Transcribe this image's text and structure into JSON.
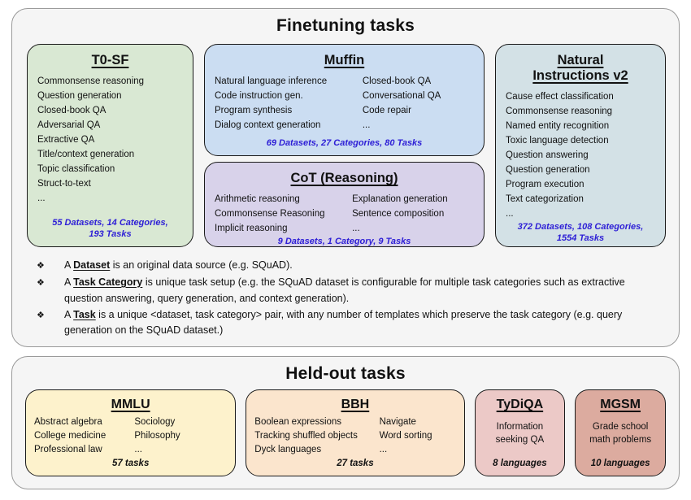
{
  "finetuning": {
    "title": "Finetuning tasks",
    "bullet_glyph": "❖",
    "t0sf": {
      "title": "T0-SF",
      "items": [
        "Commonsense reasoning",
        "Question generation",
        "Closed-book QA",
        "Adversarial QA",
        "Extractive QA",
        "Title/context generation",
        "Topic classification",
        "Struct-to-text",
        "..."
      ],
      "stats_line1": "55 Datasets, 14 Categories,",
      "stats_line2": "193 Tasks"
    },
    "muffin": {
      "title": "Muffin",
      "col1": [
        "Natural language inference",
        "Code instruction gen.",
        "Program synthesis",
        "Dialog context generation"
      ],
      "col2": [
        "Closed-book QA",
        "Conversational QA",
        "Code repair",
        "..."
      ],
      "stats": "69 Datasets, 27 Categories, 80 Tasks"
    },
    "cot": {
      "title": "CoT (Reasoning)",
      "col1": [
        "Arithmetic reasoning",
        "Commonsense Reasoning",
        "Implicit reasoning"
      ],
      "col2": [
        "Explanation generation",
        "Sentence composition",
        "..."
      ],
      "stats": "9 Datasets, 1 Category, 9 Tasks"
    },
    "niv2": {
      "title_line1": "Natural",
      "title_line2": "Instructions v2",
      "items": [
        "Cause effect classification",
        "Commonsense reasoning",
        "Named entity recognition",
        "Toxic language detection",
        "Question answering",
        "Question generation",
        "Program execution",
        "Text categorization",
        "..."
      ],
      "stats_line1": "372 Datasets, 108 Categories,",
      "stats_line2": "1554 Tasks"
    },
    "bullets": [
      {
        "pre": "A ",
        "term": "Dataset",
        "rest": " is an original data source (e.g. SQuAD)."
      },
      {
        "pre": "A ",
        "term": "Task Category",
        "rest": " is unique task setup (e.g. the SQuAD dataset is configurable for multiple task categories such as extractive question answering, query generation, and context generation)."
      },
      {
        "pre": "A ",
        "term": "Task",
        "rest": " is a unique <dataset, task category> pair, with any number of templates which preserve the task category (e.g. query generation on the SQuAD dataset.)"
      }
    ]
  },
  "heldout": {
    "title": "Held-out tasks",
    "mmlu": {
      "title": "MMLU",
      "col1": [
        "Abstract algebra",
        "College medicine",
        "Professional law"
      ],
      "col2": [
        "Sociology",
        "Philosophy",
        "..."
      ],
      "stats": "57 tasks"
    },
    "bbh": {
      "title": "BBH",
      "col1": [
        "Boolean expressions",
        "Tracking shuffled objects",
        "Dyck languages"
      ],
      "col2": [
        "Navigate",
        "Word sorting",
        "..."
      ],
      "stats": "27 tasks"
    },
    "tydiqa": {
      "title": "TyDiQA",
      "desc_line1": "Information",
      "desc_line2": "seeking QA",
      "stats": "8 languages"
    },
    "mgsm": {
      "title": "MGSM",
      "desc_line1": "Grade school",
      "desc_line2": "math problems",
      "stats": "10 languages"
    }
  },
  "colors": {
    "panel_bg": "#f5f5f5",
    "t0sf_bg": "#d9e8d3",
    "muffin_bg": "#cbddf2",
    "cot_bg": "#d8d2ea",
    "niv2_bg": "#d3e1e6",
    "mmlu_bg": "#fdf2cc",
    "bbh_bg": "#fbe5cd",
    "tydiqa_bg": "#ecc9c7",
    "mgsm_bg": "#dcab9f",
    "stats_blue": "#2d1ed6"
  }
}
